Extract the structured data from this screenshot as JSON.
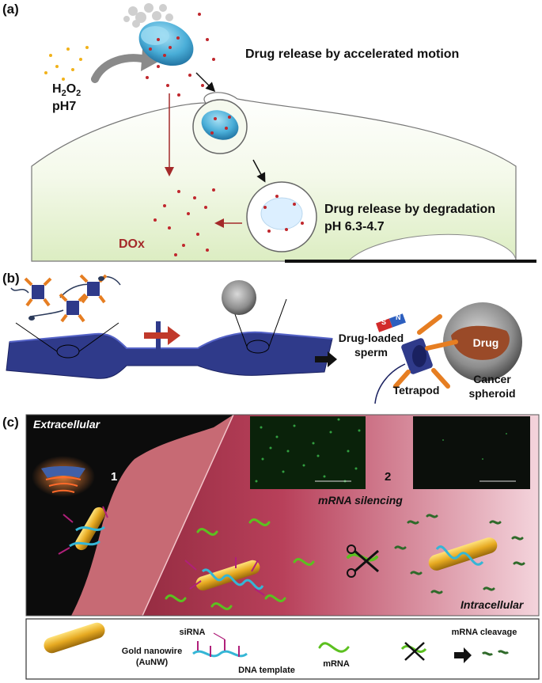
{
  "panels": {
    "a": {
      "letter": "(a)",
      "h2o2_prefix": "H",
      "h2o2_sub1": "2",
      "h2o2_mid": "O",
      "h2o2_sub2": "2",
      "ph": "pH7",
      "accel_label": "Drug release by accelerated motion",
      "degr_label": "Drug release by degradation",
      "degr_ph": "pH 6.3-4.7",
      "dox": "DOx"
    },
    "b": {
      "letter": "(b)",
      "drug_loaded": "Drug-loaded",
      "sperm": "sperm",
      "drug": "Drug",
      "tetrapod": "Tetrapod",
      "cancer": "Cancer",
      "spheroid": "spheroid",
      "magnet_s": "S",
      "magnet_n": "N"
    },
    "c": {
      "letter": "(c)",
      "extracellular": "Extracellular",
      "intracellular": "Intracellular",
      "mrna_silencing": "mRNA silencing",
      "step1": "1",
      "step2": "2"
    },
    "legend": {
      "gold_line1": "Gold nanowire",
      "gold_line2": "(AuNW)",
      "sirna": "siRNA",
      "dna_template": "DNA template",
      "mrna": "mRNA",
      "cleavage": "mRNA cleavage"
    }
  },
  "colors": {
    "cell_fill": "#e8f2d8",
    "drug_red": "#c0272d",
    "motor_blue": "#4aaed8",
    "chip_blue": "#2f3a8a",
    "gold": "#e6a921",
    "dna_cyan": "#35b6d6",
    "sirna_magenta": "#b0207a",
    "mrna_green": "#5cc020",
    "intracell_pink": "#b8405a",
    "fluor_green": "#39b54a"
  }
}
